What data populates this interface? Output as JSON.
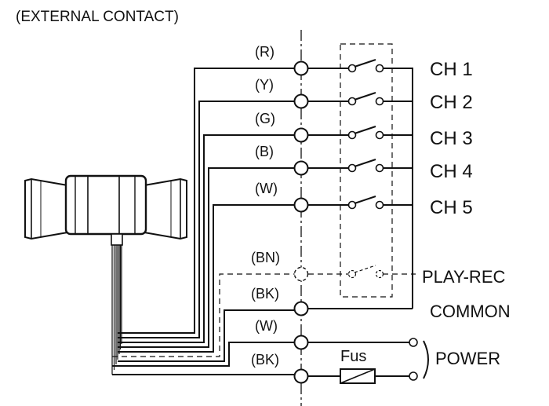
{
  "header": {
    "title": "(EXTERNAL CONTACT)"
  },
  "wire_colors": [
    "(R)",
    "(Y)",
    "(G)",
    "(B)",
    "(W)",
    "(BN)",
    "(BK)",
    "(W)",
    "(BK)"
  ],
  "channels": [
    "CH 1",
    "CH 2",
    "CH 3",
    "CH 4",
    "CH 5"
  ],
  "labels": {
    "play_rec": "PLAY-REC",
    "common": "COMMON",
    "fuse": "Fus",
    "power": "POWER"
  }
}
